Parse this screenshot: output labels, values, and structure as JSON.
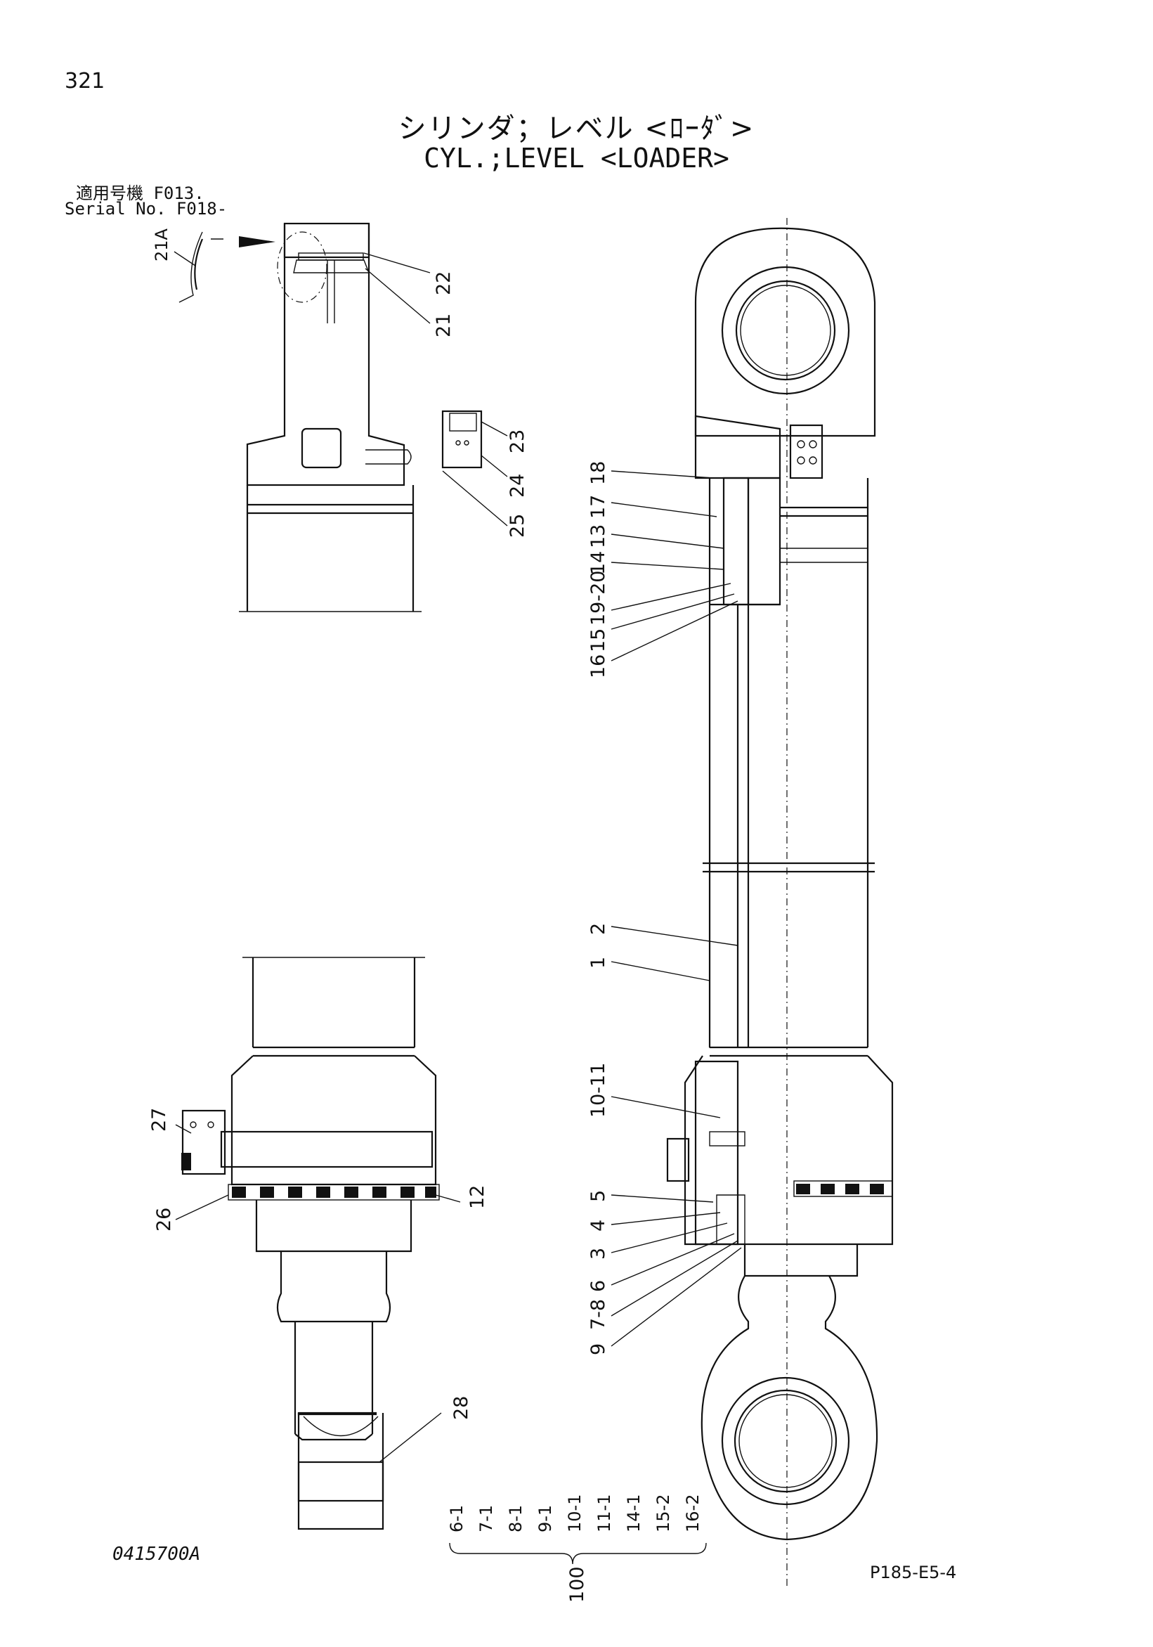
{
  "header": {
    "page_number": "321",
    "title_ja": "シリンダ；レベル <ﾛｰﾀﾞ>",
    "title_en": "CYL.;LEVEL <LOADER>",
    "serial_ja": "適用号機  F013.",
    "serial_en": "Serial No. F018-"
  },
  "callouts": {
    "c21A": "21A",
    "c22": "22",
    "c21": "21",
    "c23": "23",
    "c24": "24",
    "c25": "25",
    "c18": "18",
    "c17": "17",
    "c13": "13",
    "c14": "14",
    "c19_20": "19-20",
    "c15": "15",
    "c16": "16",
    "c2": "2",
    "c1": "1",
    "c10_11": "10-11",
    "c5": "5",
    "c4": "4",
    "c3": "3",
    "c6": "6",
    "c7_8": "7-8",
    "c9": "9",
    "c27": "27",
    "c26": "26",
    "c12": "12",
    "c28": "28"
  },
  "kit": {
    "items": [
      "6-1",
      "7-1",
      "8-1",
      "9-1",
      "10-1",
      "11-1",
      "14-1",
      "15-2",
      "16-2"
    ],
    "number": "100"
  },
  "footer": {
    "drawing_code": "0415700A",
    "page_code": "P185-E5-4"
  }
}
